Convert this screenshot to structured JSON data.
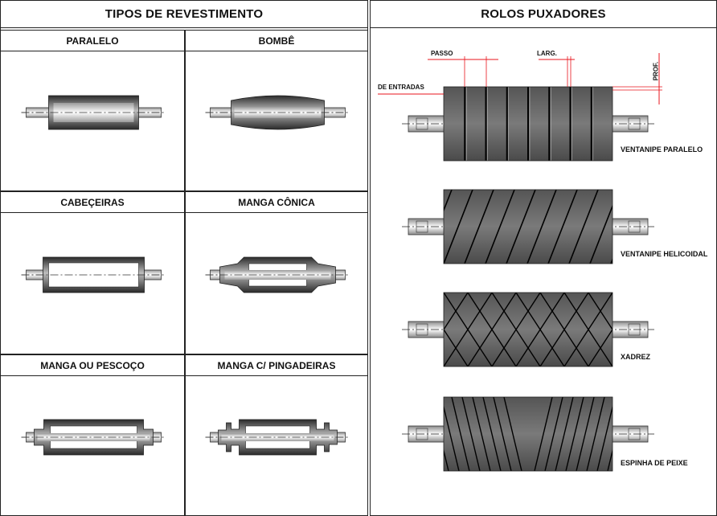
{
  "left_panel": {
    "title": "TIPOS DE REVESTIMENTO",
    "cells": [
      {
        "label": "PARALELO",
        "shape": "paralelo"
      },
      {
        "label": "BOMBÊ",
        "shape": "bombe"
      },
      {
        "label": "CABEÇEIRAS",
        "shape": "cabeceiras"
      },
      {
        "label": "MANGA CÔNICA",
        "shape": "manga-conica"
      },
      {
        "label": "MANGA OU PESCOÇO",
        "shape": "manga-pescoco"
      },
      {
        "label": "MANGA C/ PINGADEIRAS",
        "shape": "manga-pingadeiras"
      }
    ]
  },
  "right_panel": {
    "title": "ROLOS PUXADORES",
    "dimension_labels": {
      "passo": "PASSO",
      "larg": "LARG.",
      "prof": "PROF.",
      "entradas": "DE ENTRADAS"
    },
    "rollers": [
      {
        "label": "VENTANIPE PARALELO",
        "pattern": "paralelo"
      },
      {
        "label": "VENTANIPE HELICOIDAL",
        "pattern": "helicoidal"
      },
      {
        "label": "XADREZ",
        "pattern": "xadrez"
      },
      {
        "label": "ESPINHA DE PEIXE",
        "pattern": "espinha"
      }
    ]
  },
  "colors": {
    "border": "#222222",
    "roller_fill": "#6b6b6b",
    "dimension_red": "#e8141c"
  }
}
